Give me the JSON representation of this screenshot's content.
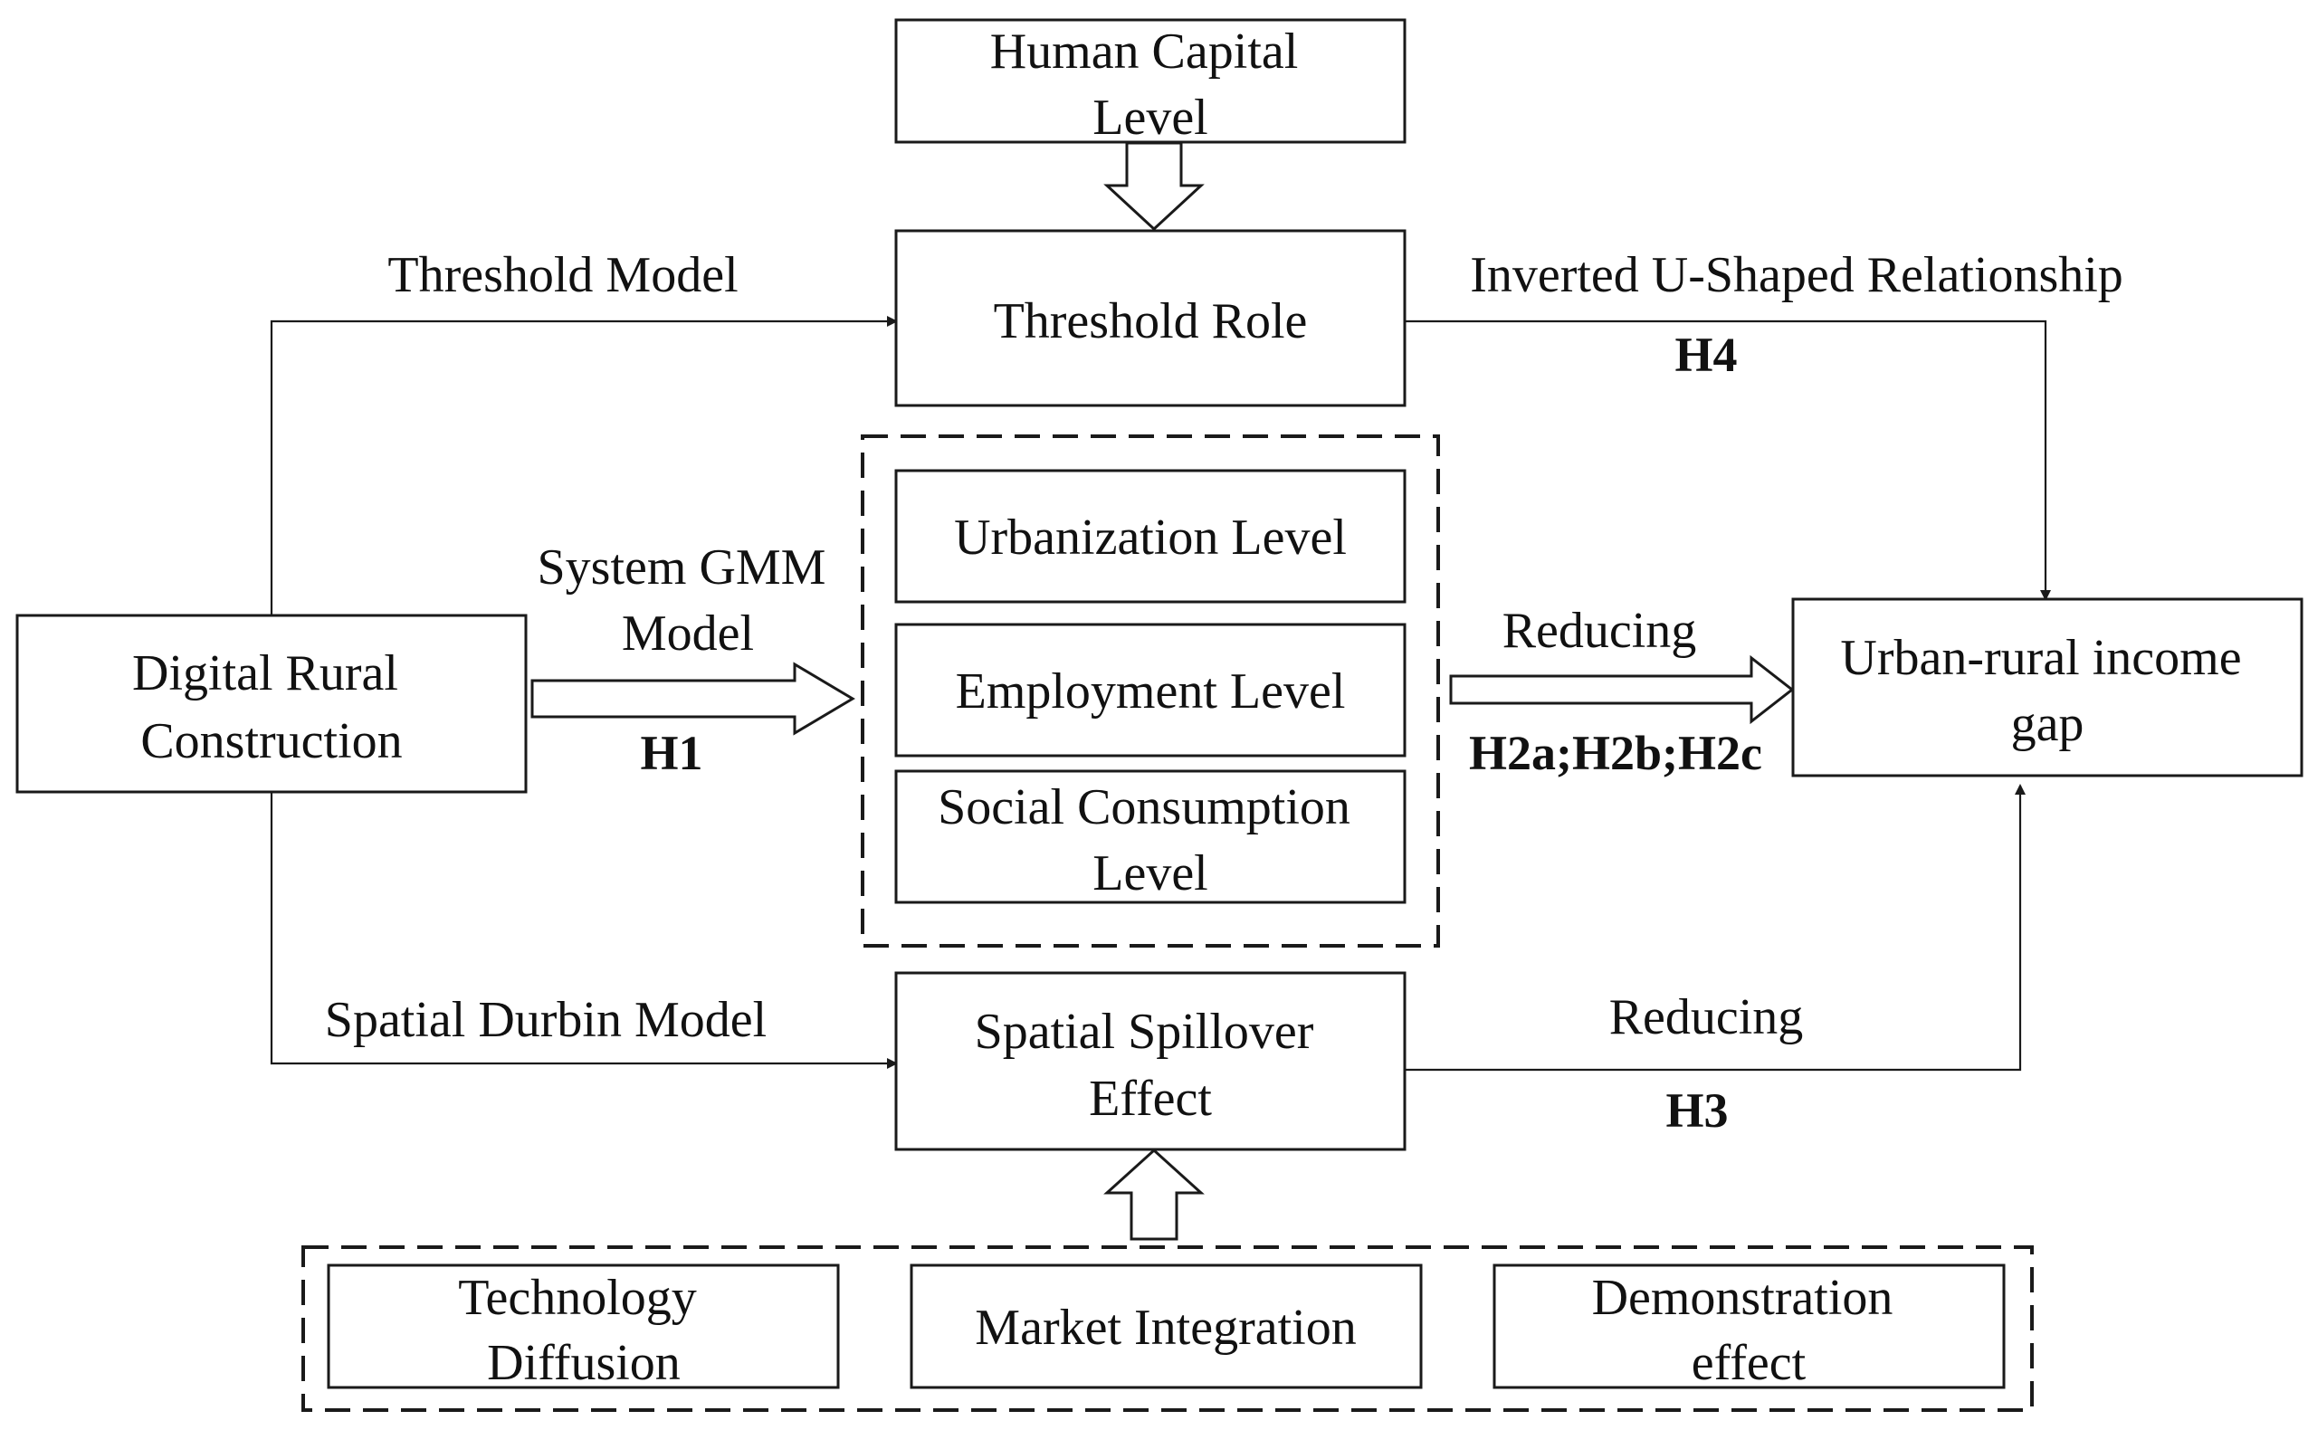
{
  "nodes": {
    "human_capital": [
      "Human Capital",
      "Level"
    ],
    "threshold_role": [
      "Threshold Role"
    ],
    "digital_rural": [
      "Digital Rural",
      "Construction"
    ],
    "urbanization": [
      "Urbanization Level"
    ],
    "employment": [
      "Employment Level"
    ],
    "social_consumption": [
      "Social Consumption",
      "Level"
    ],
    "income_gap": [
      "Urban-rural income",
      "gap"
    ],
    "spatial_spillover": [
      "Spatial Spillover",
      "Effect"
    ],
    "technology_diffusion": [
      "Technology",
      "Diffusion"
    ],
    "market_integration": [
      "Market Integration"
    ],
    "demonstration_effect": [
      "Demonstration",
      "effect"
    ]
  },
  "edges": {
    "threshold_model": "Threshold Model",
    "inverted_u": "Inverted U-Shaped Relationship",
    "h4": "H4",
    "system_gmm": [
      "System GMM",
      "Model"
    ],
    "h1": "H1",
    "reducing_mid": "Reducing",
    "h2": "H2a;H2b;H2c",
    "spatial_durbin": "Spatial Durbin Model",
    "reducing_bottom": "Reducing",
    "h3": "H3"
  }
}
